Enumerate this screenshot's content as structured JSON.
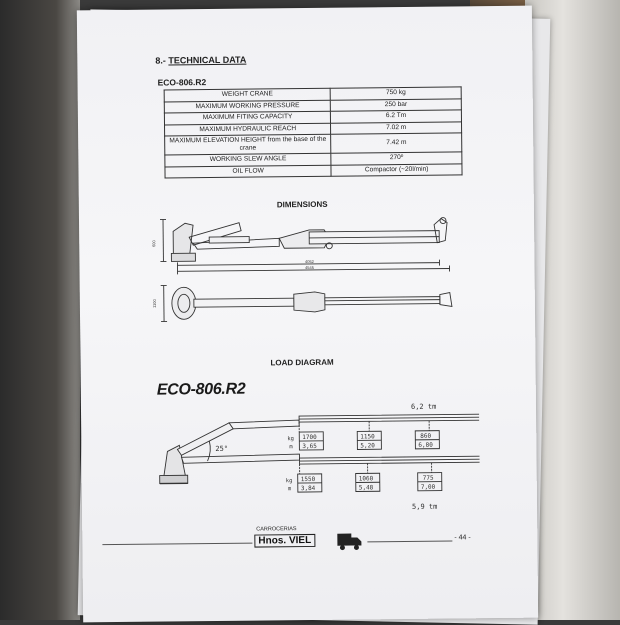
{
  "section": {
    "number": "8.-",
    "title": "TECHNICAL DATA"
  },
  "model": "ECO-806.R2",
  "specs": [
    {
      "label": "WEIGHT CRANE",
      "value": "750 kg"
    },
    {
      "label": "MAXIMUM WORKING PRESSURE",
      "value": "250 bar"
    },
    {
      "label": "MAXIMUM FITING CAPACITY",
      "value": "6.2 Tm"
    },
    {
      "label": "MAXIMUM HYDRAULIC REACH",
      "value": "7.02 m"
    },
    {
      "label": "MAXIMUM ELEVATION HEIGHT from the base of the crane",
      "value": "7.42 m"
    },
    {
      "label": "WORKING SLEW ANGLE",
      "value": "270º"
    },
    {
      "label": "OIL FLOW",
      "value": "Compactor (~20l/min)"
    }
  ],
  "dimensions_title": "DIMENSIONS",
  "dimension_labels": {
    "height": "600",
    "reach1": "4052",
    "reach2": "4545",
    "width": "1100"
  },
  "load_diagram_title": "LOAD DIAGRAM",
  "load_diagram_model": "ECO-806.R2",
  "load_diagram": {
    "angle": "25°",
    "capacity_top": "6,2 tm",
    "capacity_bottom": "5,9 tm",
    "unit_kg": "kg",
    "unit_m": "m",
    "upper": [
      {
        "kg": "1700",
        "m": "3,65"
      },
      {
        "kg": "1150",
        "m": "5,20"
      },
      {
        "kg": "860",
        "m": "6,80"
      }
    ],
    "lower": [
      {
        "kg": "1550",
        "m": "3,84"
      },
      {
        "kg": "1060",
        "m": "5,48"
      },
      {
        "kg": "775",
        "m": "7,00"
      }
    ]
  },
  "footer": {
    "logo_top": "CARROCERIAS",
    "logo_main": "Hnos. VIEL",
    "page": "- 44 -"
  }
}
